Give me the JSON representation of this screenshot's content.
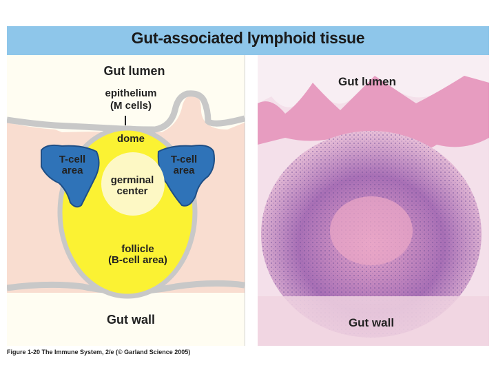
{
  "title": "Gut-associated lymphoid tissue",
  "diagram": {
    "gut_lumen": "Gut lumen",
    "epithelium": "epithelium",
    "m_cells": "(M cells)",
    "dome": "dome",
    "t_cell_left_1": "T-cell",
    "t_cell_left_2": "area",
    "t_cell_right_1": "T-cell",
    "t_cell_right_2": "area",
    "germinal_1": "germinal",
    "germinal_2": "center",
    "follicle_1": "follicle",
    "follicle_2": "(B-cell area)",
    "gut_wall": "Gut wall"
  },
  "photo": {
    "gut_lumen": "Gut lumen",
    "gut_wall": "Gut wall"
  },
  "caption": "Figure 1-20 The Immune System, 2/e (© Garland Science 2005)",
  "colors": {
    "title_bar": "#8ec6ea",
    "tissue": "#f9ddd0",
    "follicle": "#fbf233",
    "germinal_center": "#fdf8c4",
    "t_cell_area": "#2f73b8",
    "epithelium": "#c8c8c8"
  }
}
